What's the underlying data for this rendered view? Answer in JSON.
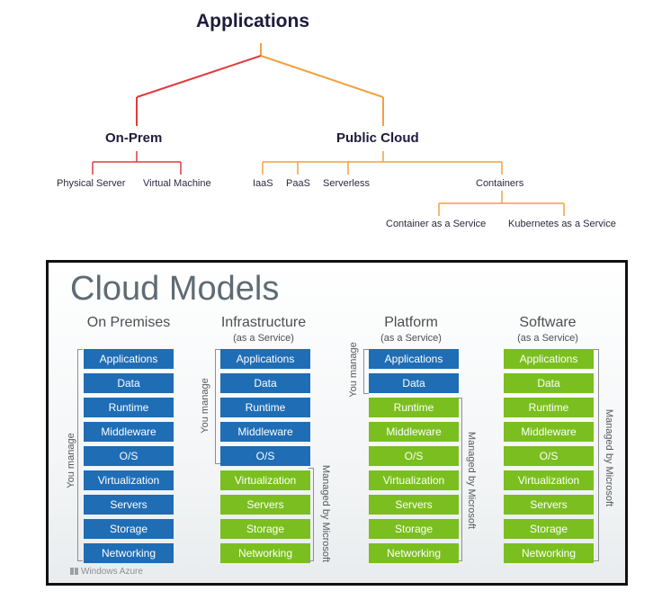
{
  "tree": {
    "title": "Applications",
    "on_prem": {
      "label": "On-Prem",
      "color": "#e03a3e",
      "children": [
        "Physical Server",
        "Virtual Machine"
      ]
    },
    "public_cloud": {
      "label": "Public Cloud",
      "color": "#f4a040",
      "children": [
        "IaaS",
        "PaaS",
        "Serverless",
        "Containers"
      ],
      "containers_children": [
        "Container as a Service",
        "Kubernetes as a Service"
      ]
    }
  },
  "cloud_models": {
    "title": "Cloud Models",
    "footer": "Windows Azure",
    "colors": {
      "you_manage": "#1f6db5",
      "managed": "#7abf1f"
    },
    "layers": [
      "Applications",
      "Data",
      "Runtime",
      "Middleware",
      "O/S",
      "Virtualization",
      "Servers",
      "Storage",
      "Networking"
    ],
    "columns": [
      {
        "title": "On Premises",
        "subtitle": "",
        "you_manage_count": 9,
        "you_manage_label": "You manage",
        "managed_label": ""
      },
      {
        "title": "Infrastructure",
        "subtitle": "(as a Service)",
        "you_manage_count": 5,
        "you_manage_label": "You manage",
        "managed_label": "Managed by Microsoft"
      },
      {
        "title": "Platform",
        "subtitle": "(as a Service)",
        "you_manage_count": 2,
        "you_manage_label": "You manage",
        "managed_label": "Managed by Microsoft"
      },
      {
        "title": "Software",
        "subtitle": "(as a Service)",
        "you_manage_count": 0,
        "you_manage_label": "",
        "managed_label": "Managed by Microsoft"
      }
    ]
  }
}
